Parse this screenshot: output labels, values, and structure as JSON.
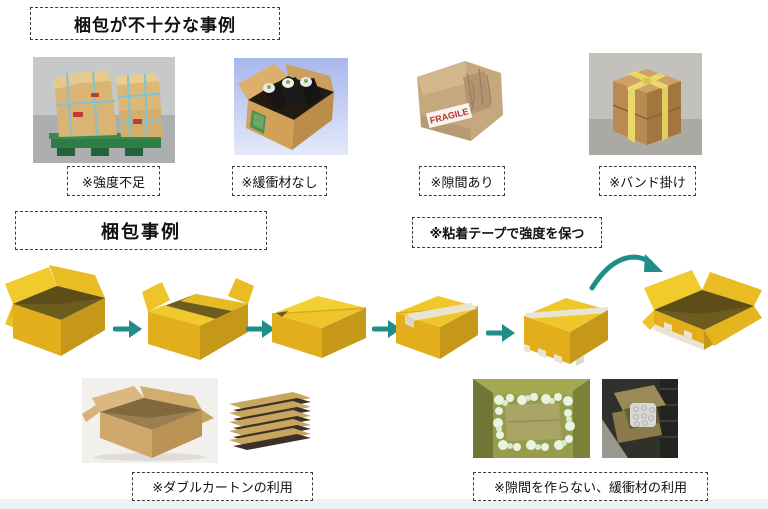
{
  "colors": {
    "arrow_teal": "#1f8e89",
    "carton_yellow": "#eec42a",
    "tape_cream": "#e9e4d3",
    "footer_band": "#edf2f7"
  },
  "bad_section": {
    "title": "梱包が不十分な事例",
    "examples": [
      {
        "caption": "※強度不足"
      },
      {
        "caption": "※緩衝材なし"
      },
      {
        "caption": "※隙間あり",
        "sticker_text": "FRAGILE"
      },
      {
        "caption": "※バンド掛け"
      }
    ]
  },
  "good_section": {
    "title": "梱包事例",
    "tape_note": "※粘着テープで強度を保つ",
    "captions": {
      "double_carton": "※ダブルカートンの利用",
      "no_gap_cushion": "※隙間を作らない、緩衝材の利用"
    }
  }
}
